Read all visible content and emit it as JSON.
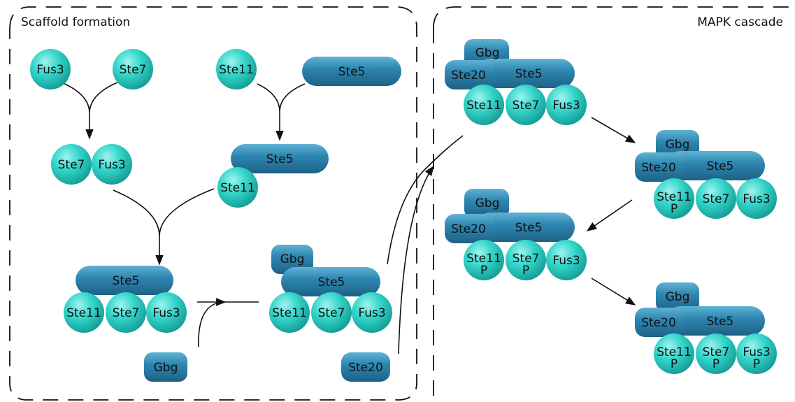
{
  "panels": {
    "left_title": "Scaffold formation",
    "right_title": "MAPK cascade"
  },
  "labels": {
    "fus3": "Fus3",
    "ste7": "Ste7",
    "ste11": "Ste11",
    "ste5": "Ste5",
    "gbg": "Gbg",
    "ste20": "Ste20",
    "p": "P"
  },
  "colors": {
    "sphere_light": "#9ff3ee",
    "sphere_mid": "#34d6cb",
    "sphere_dark": "#139b95",
    "bar_light": "#5fb2d4",
    "bar_mid": "#2e87b1",
    "bar_dark": "#1d6186",
    "line": "#111111"
  }
}
